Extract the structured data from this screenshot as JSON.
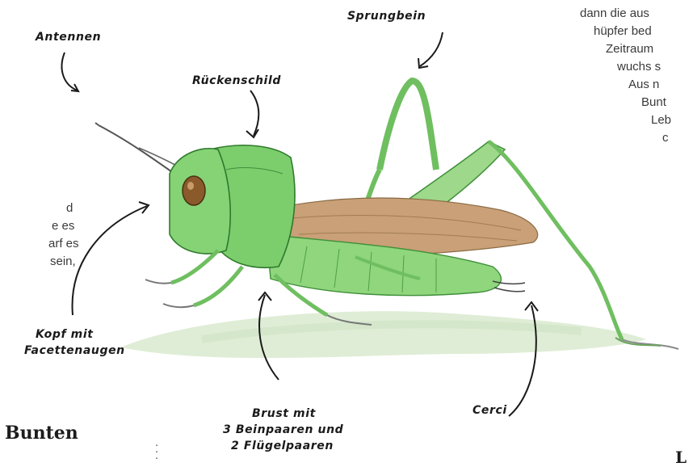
{
  "labels": {
    "antennen": "Antennen",
    "sprungbein": "Sprungbein",
    "rueckenschild": "Rückenschild",
    "kopf_line1": "Kopf mit",
    "kopf_line2": "Facettenaugen",
    "brust_line1": "Brust mit",
    "brust_line2": "3 Beinpaaren und",
    "brust_line3": "2 Flügelpaaren",
    "cerci": "Cerci"
  },
  "left_text": [
    "d",
    "e  es",
    "arf  es",
    "sein,"
  ],
  "right_text": [
    "dann die aus",
    "hüpfer  bed",
    "Zeitraum",
    "wuchs s",
    "Aus   n",
    "Bunt",
    "Leb",
    "c"
  ],
  "headings": {
    "left": "Bunten",
    "right": "L"
  },
  "colors": {
    "body_green": "#7ccd6c",
    "dark_green": "#3f8f3a",
    "wing_brown": "#c49a6c",
    "eye_brown": "#8a5a2b",
    "ground_wash": "#dcebd2",
    "ink": "#1a1a1a"
  },
  "icons": [
    "grasshopper-illustration",
    "arrow-antennen",
    "arrow-sprungbein",
    "arrow-rueckenschild",
    "arrow-kopf",
    "arrow-brust",
    "arrow-cerci"
  ]
}
